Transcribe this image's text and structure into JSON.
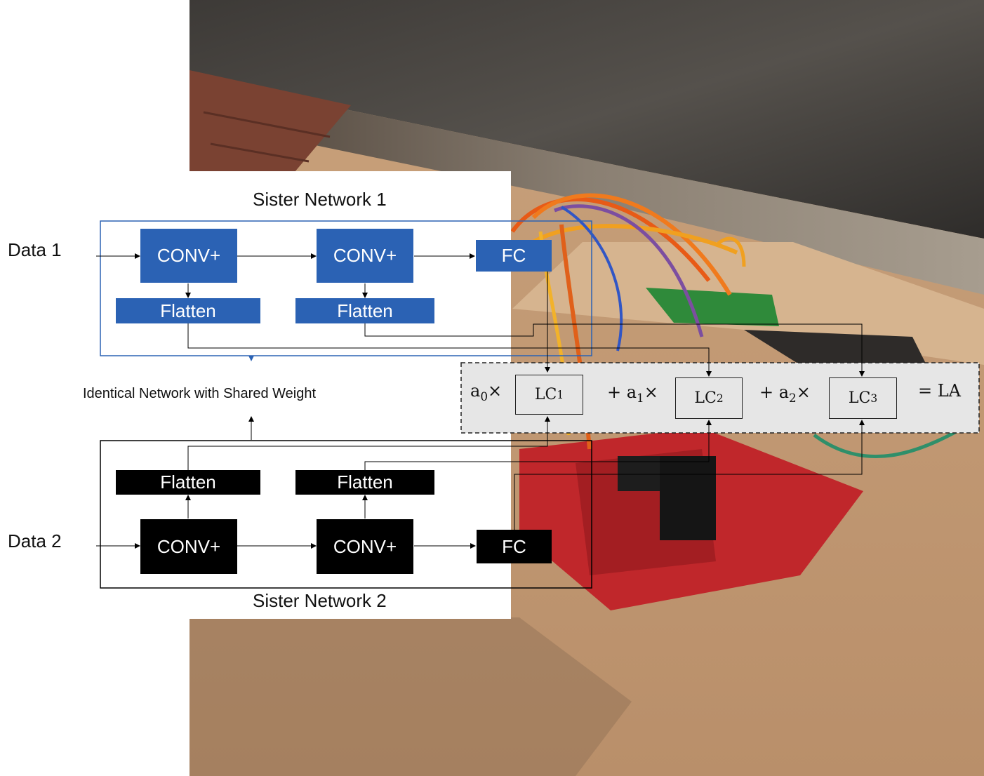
{
  "labels": {
    "sister1": "Sister Network 1",
    "sister2": "Sister Network 2",
    "data1": "Data 1",
    "data2": "Data 2",
    "shared": "Identical Network with Shared Weight"
  },
  "blocks": {
    "conv": "CONV+",
    "flatten": "Flatten",
    "fc": "FC"
  },
  "combination": {
    "a0": "a",
    "a0_sub": "0",
    "times": "×",
    "plus_a1": "+ a",
    "a1_sub": "1",
    "plus_a2": "+ a",
    "a2_sub": "2",
    "lc": "LC",
    "lc1_sub": "1",
    "lc2_sub": "2",
    "lc3_sub": "3",
    "result": "= LA"
  },
  "colors": {
    "sister1": "#2b62b4",
    "sister2": "#000000",
    "panel": "#e6e6e6"
  },
  "photo": {
    "subject": "microcontroller-board-with-wires-on-cardboard"
  }
}
